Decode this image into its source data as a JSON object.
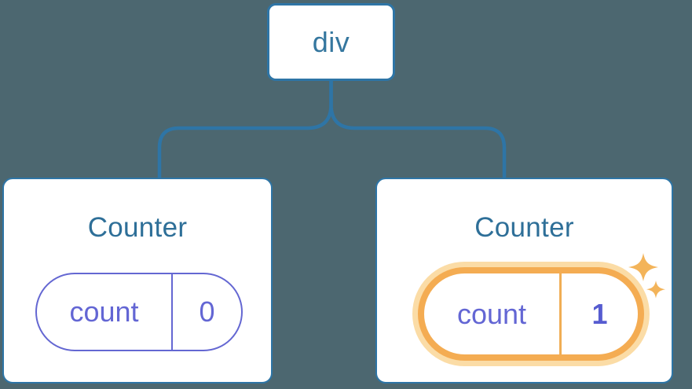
{
  "colors": {
    "bg": "#4C6770",
    "line-blue": "#2E75A6",
    "node-text": "#35779F",
    "title-blue": "#2E6F98",
    "state-purple": "#6366D4",
    "state-purple-bold": "#565CD0",
    "pill-purple": "#6467D2",
    "hl-orange": "#F4AC52",
    "hl-halo": "#FBDCA6",
    "hl-divider": "#F0AE55",
    "sparkle": "#F3B45A",
    "card-bg": "#FFFFFF"
  },
  "tree": {
    "root": {
      "label": "div"
    },
    "children": [
      {
        "title": "Counter",
        "state_key": "count",
        "state_value": "0",
        "highlighted": false
      },
      {
        "title": "Counter",
        "state_key": "count",
        "state_value": "1",
        "highlighted": true,
        "icon": "sparkles-icon"
      }
    ]
  }
}
